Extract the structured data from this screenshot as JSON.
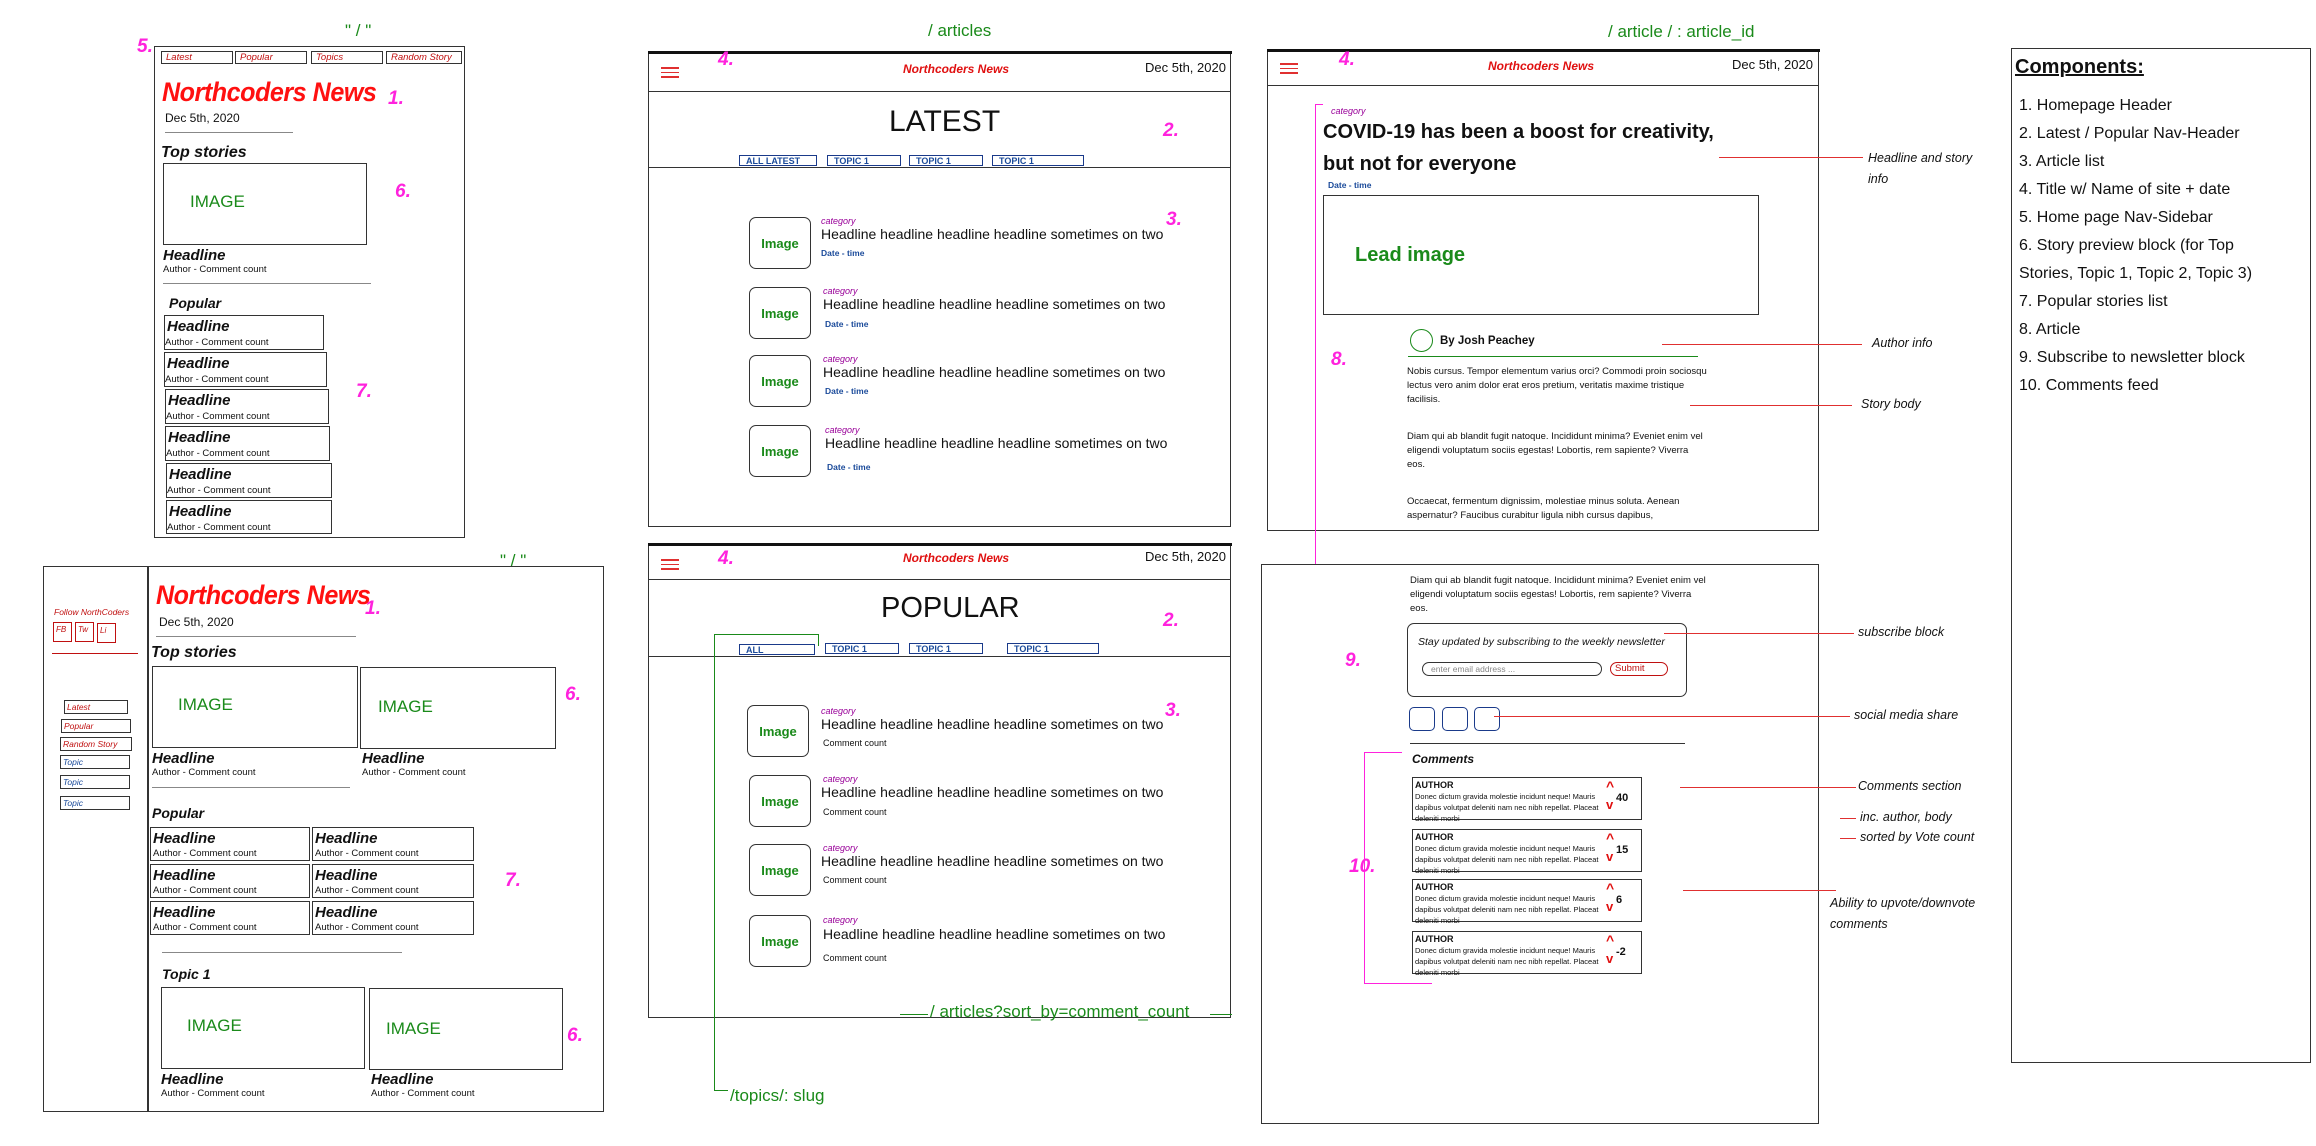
{
  "routes": {
    "home_1": "\" / \"",
    "home_2": "\" / \"",
    "articles": "/ articles",
    "article": "/ article / : article_id",
    "sort": "/ articles?sort_by=comment_count",
    "topics": "/topics/: slug"
  },
  "numbers": {
    "n1": "1.",
    "n2": "2.",
    "n3": "3.",
    "n4": "4.",
    "n5": "5.",
    "n6": "6.",
    "n7": "7.",
    "n8": "8.",
    "n9": "9.",
    "n10": "10."
  },
  "site": {
    "name": "Northcoders News",
    "date": "Dec 5th, 2020"
  },
  "home1": {
    "tabs": [
      "Latest",
      "Popular",
      "Topics",
      "Random Story"
    ],
    "top_stories": "Top stories",
    "image": "IMAGE",
    "headline": "Headline",
    "meta": "Author - Comment count",
    "popular": "Popular",
    "popular_items": [
      "Headline",
      "Headline",
      "Headline",
      "Headline",
      "Headline",
      "Headline"
    ]
  },
  "home2": {
    "follow": "Follow NorthCoders",
    "social": [
      "FB",
      "Tw",
      "Li"
    ],
    "nav": [
      "Latest",
      "Popular",
      "Random Story",
      "Topic",
      "Topic",
      "Topic"
    ],
    "top_stories": "Top stories",
    "image": "IMAGE",
    "headline": "Headline",
    "meta": "Author - Comment count",
    "popular": "Popular",
    "topic1": "Topic 1"
  },
  "latest": {
    "title": "LATEST",
    "tabs": [
      "ALL LATEST",
      "TOPIC 1",
      "TOPIC 1",
      "TOPIC 1"
    ],
    "image": "Image",
    "category": "category",
    "row_headline": "Headline headline headline headline sometimes on two",
    "datetime": "Date - time"
  },
  "popular": {
    "title": "POPULAR",
    "tabs": [
      "ALL",
      "TOPIC 1",
      "TOPIC 1",
      "TOPIC 1"
    ],
    "image": "Image",
    "category": "category",
    "row_headline": "Headline headline headline headline sometimes on two",
    "comment_count": "Comment count"
  },
  "article": {
    "category": "category",
    "headline": "COVID-19 has been a boost for creativity, but not for everyone",
    "datetime": "Date - time",
    "lead_image": "Lead image",
    "author": "By Josh Peachey",
    "para1": "Nobis cursus. Tempor elementum varius orci? Commodi proin sociosqu lectus vero anim dolor erat eros pretium, veritatis maxime tristique facilisis.",
    "para2": "Diam qui ab blandit fugit natoque. Incididunt minima? Eveniet enim vel eligendi voluptatum sociis egestas! Lobortis, rem sapiente? Viverra eos.",
    "para3": "Occaecat, fermentum dignissim, molestiae minus soluta. Aenean aspernatur? Faucibus curabitur ligula nibh cursus dapibus,",
    "para4": "Diam qui ab blandit fugit natoque. Incididunt minima? Eveniet enim vel eligendi voluptatum sociis egestas! Lobortis, rem sapiente? Viverra eos.",
    "subscribe_text": "Stay updated by subscribing to the weekly newsletter",
    "email_placeholder": "enter email address ...",
    "submit": "Submit",
    "comments_title": "Comments",
    "comments": [
      {
        "author": "AUTHOR",
        "body": "Donec dictum gravida molestie incidunt neque! Mauris dapibus volutpat deleniti nam nec nibh repellat. Placeat deleniti morbi",
        "votes": "40"
      },
      {
        "author": "AUTHOR",
        "body": "Donec dictum gravida molestie incidunt neque! Mauris dapibus volutpat deleniti nam nec nibh repellat. Placeat deleniti morbi",
        "votes": "15"
      },
      {
        "author": "AUTHOR",
        "body": "Donec dictum gravida molestie incidunt neque! Mauris dapibus volutpat deleniti nam nec nibh repellat. Placeat deleniti morbi",
        "votes": "6"
      },
      {
        "author": "AUTHOR",
        "body": "Donec dictum gravida molestie incidunt neque! Mauris dapibus volutpat deleniti nam nec nibh repellat. Placeat deleniti morbi",
        "votes": "-2"
      }
    ],
    "up": "^",
    "down": "v"
  },
  "annotations": {
    "headline_info_1": "Headline and story",
    "headline_info_2": "info",
    "author_info": "Author info",
    "story_body": "Story body",
    "subscribe_block": "subscribe block",
    "social_share": "social media share",
    "comments_section": "Comments section",
    "inc_author": "inc. author, body",
    "sorted": "sorted by Vote count",
    "vote_1": "Ability to upvote/downvote",
    "vote_2": "comments"
  },
  "components": {
    "title": "Components:",
    "items": [
      "1. Homepage Header",
      "2. Latest / Popular Nav-Header",
      "3. Article list",
      "4. Title w/ Name of site + date",
      "5. Home page Nav-Sidebar",
      "6. Story preview block (for Top",
      "Stories, Topic 1, Topic 2, Topic 3)",
      "7. Popular stories list",
      "8. Article",
      "9. Subscribe to newsletter block",
      "10. Comments feed"
    ]
  },
  "colors": {
    "annotation_numbers": "#ff22dd",
    "route_labels": "#1a8a1a",
    "logo": "#ff1010",
    "links": "#1a4a9a"
  }
}
